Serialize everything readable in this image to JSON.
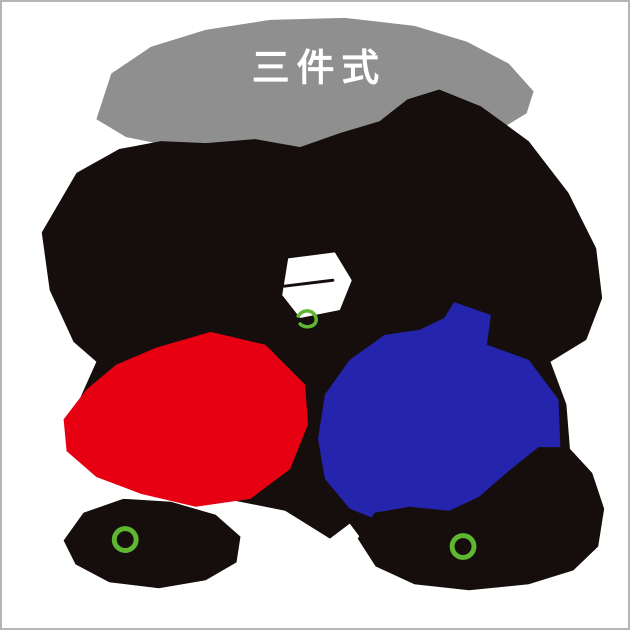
{
  "banner": {
    "label": "三件式"
  },
  "colors": {
    "background": "#ffffff",
    "border": "#b5b5b5",
    "banner_gray": "#8f8f8f",
    "text_white": "#ffffff",
    "silhouette_black": "#150e0c",
    "red": "#e60012",
    "blue": "#2424ad",
    "green": "#5fb631",
    "gap_white": "#ffffff"
  },
  "shapes": {
    "banner_blob": "gray label banner",
    "main_silhouette": "large black product silhouette",
    "red_item": "red item silhouette",
    "blue_item": "blue item silhouette",
    "left_base": "bottom-left black base",
    "right_base": "bottom-right black base",
    "left_wheel": "green ring accent left",
    "right_wheel": "green ring accent right",
    "center_detail_line": "small black detail line",
    "center_detail_squiggle": "small green detail mark"
  }
}
